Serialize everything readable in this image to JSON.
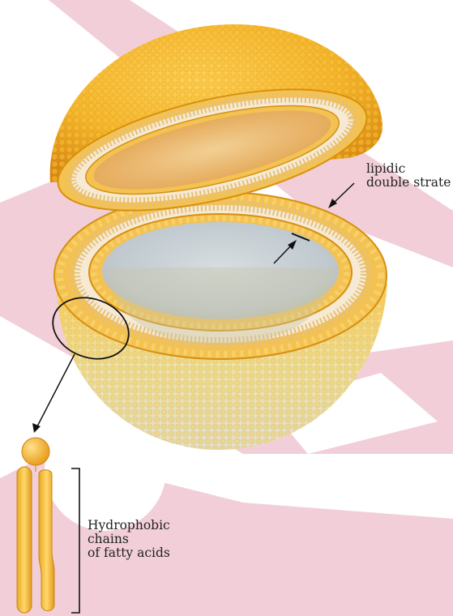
{
  "labels": {
    "bilayer": {
      "line1": "lipidic",
      "line2": "double strate"
    },
    "chains": {
      "line1": "Hydrophobic",
      "line2": "chains",
      "line3": "of fatty acids"
    }
  },
  "colors": {
    "background_band": "#f2cfd8",
    "lipid_head": "#f5b52a",
    "lipid_head_dark": "#d98a10",
    "tail": "#f3dfb4",
    "interior": "#c9d2d6",
    "outline": "#222222"
  }
}
